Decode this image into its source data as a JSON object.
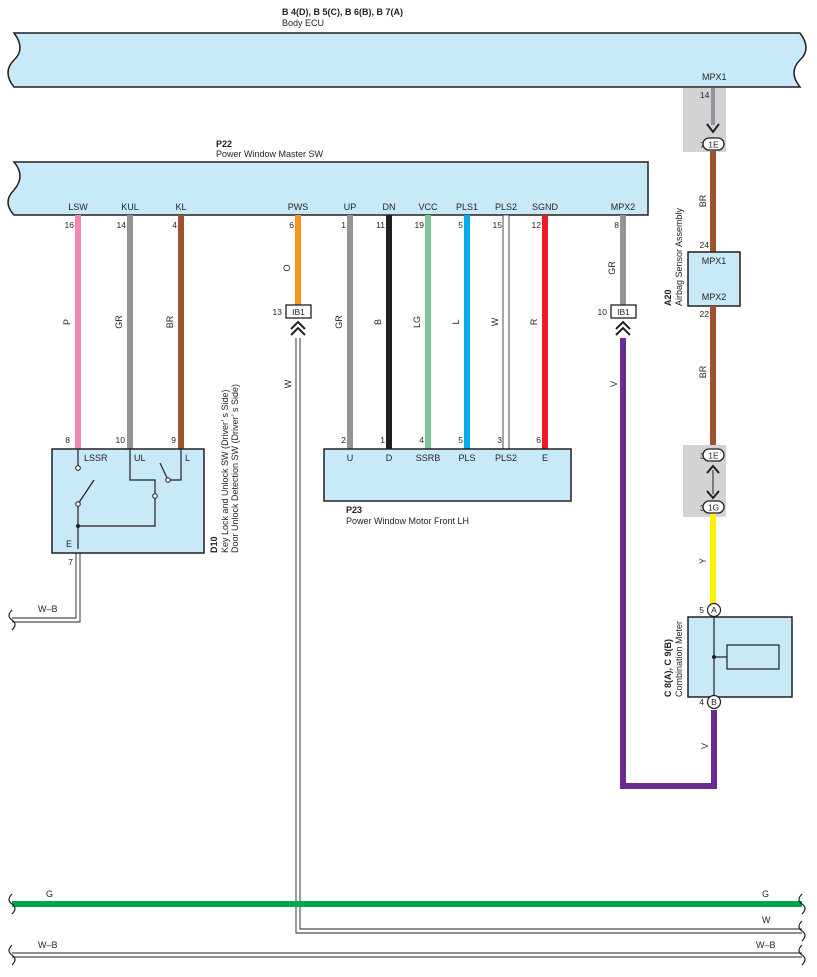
{
  "body_ecu": {
    "codes": "B 4(D), B 5(C), B 6(B), B 7(A)",
    "name": "Body ECU",
    "pin_label": "MPX1",
    "pin_num": "14"
  },
  "connectors": {
    "c1e": "1E",
    "c1g": "1G",
    "ib1": "IB1",
    "a": "A",
    "b": "B"
  },
  "master_sw": {
    "code": "P22",
    "name": "Power Window Master SW",
    "pins": {
      "lsw": {
        "label": "LSW",
        "num": "16"
      },
      "kul": {
        "label": "KUL",
        "num": "14"
      },
      "kl": {
        "label": "KL",
        "num": "4"
      },
      "pws": {
        "label": "PWS",
        "num": "6"
      },
      "up": {
        "label": "UP",
        "num": "1"
      },
      "dn": {
        "label": "DN",
        "num": "11"
      },
      "vcc": {
        "label": "VCC",
        "num": "19"
      },
      "pls1": {
        "label": "PLS1",
        "num": "5"
      },
      "pls2": {
        "label": "PLS2",
        "num": "15"
      },
      "sgnd": {
        "label": "SGND",
        "num": "12"
      },
      "mpx2": {
        "label": "MPX2",
        "num": "8"
      }
    }
  },
  "wire_colors": {
    "p": "P",
    "gr": "GR",
    "br": "BR",
    "o": "O",
    "b": "B",
    "lg": "LG",
    "l": "L",
    "w": "W",
    "r": "R",
    "v": "V",
    "y": "Y",
    "g": "G",
    "wb": "W–B"
  },
  "hex": {
    "pink": "#f287b7",
    "grey": "#929497",
    "brown": "#a0522d",
    "orange": "#f7941d",
    "black": "#231f20",
    "light_green": "#7cc59a",
    "blue": "#00aeef",
    "red": "#ed1c24",
    "violet": "#6a2c91",
    "yellow": "#fff200",
    "green": "#00a650",
    "component": "#c8e9f8"
  },
  "door_sw": {
    "code": "D10",
    "line1": "Key Lock and Unlock SW (Driver’ s Side)",
    "line2": "Door Unlock Detection SW (Driver’ s Side)",
    "pins": {
      "lssr": {
        "label": "LSSR",
        "num": "8"
      },
      "ul": {
        "label": "UL",
        "num": "10"
      },
      "l": {
        "label": "L",
        "num": "9"
      },
      "e": {
        "label": "E",
        "num": "7"
      }
    }
  },
  "motor": {
    "code": "P23",
    "name": "Power Window Motor Front LH",
    "pins": {
      "u": {
        "label": "U",
        "num": "2"
      },
      "d": {
        "label": "D",
        "num": "1"
      },
      "ssrb": {
        "label": "SSRB",
        "num": "4"
      },
      "pls": {
        "label": "PLS",
        "num": "5"
      },
      "pls2": {
        "label": "PLS2",
        "num": "3"
      },
      "e": {
        "label": "E",
        "num": "6"
      }
    }
  },
  "airbag": {
    "code": "A20",
    "name": "Airbag Sensor Assembly",
    "pin1": {
      "label": "MPX1",
      "num": "24"
    },
    "pin2": {
      "label": "MPX2",
      "num": "22"
    }
  },
  "meter": {
    "code": "C 8(A), C 9(B)",
    "name": "Combination Meter"
  },
  "conn_nums": {
    "c1e_top": "7",
    "c1e_bot": "3",
    "c1g": "3",
    "ib1_pws": "13",
    "ib1_mpx2": "10",
    "meter_a": "5",
    "meter_b": "4"
  }
}
